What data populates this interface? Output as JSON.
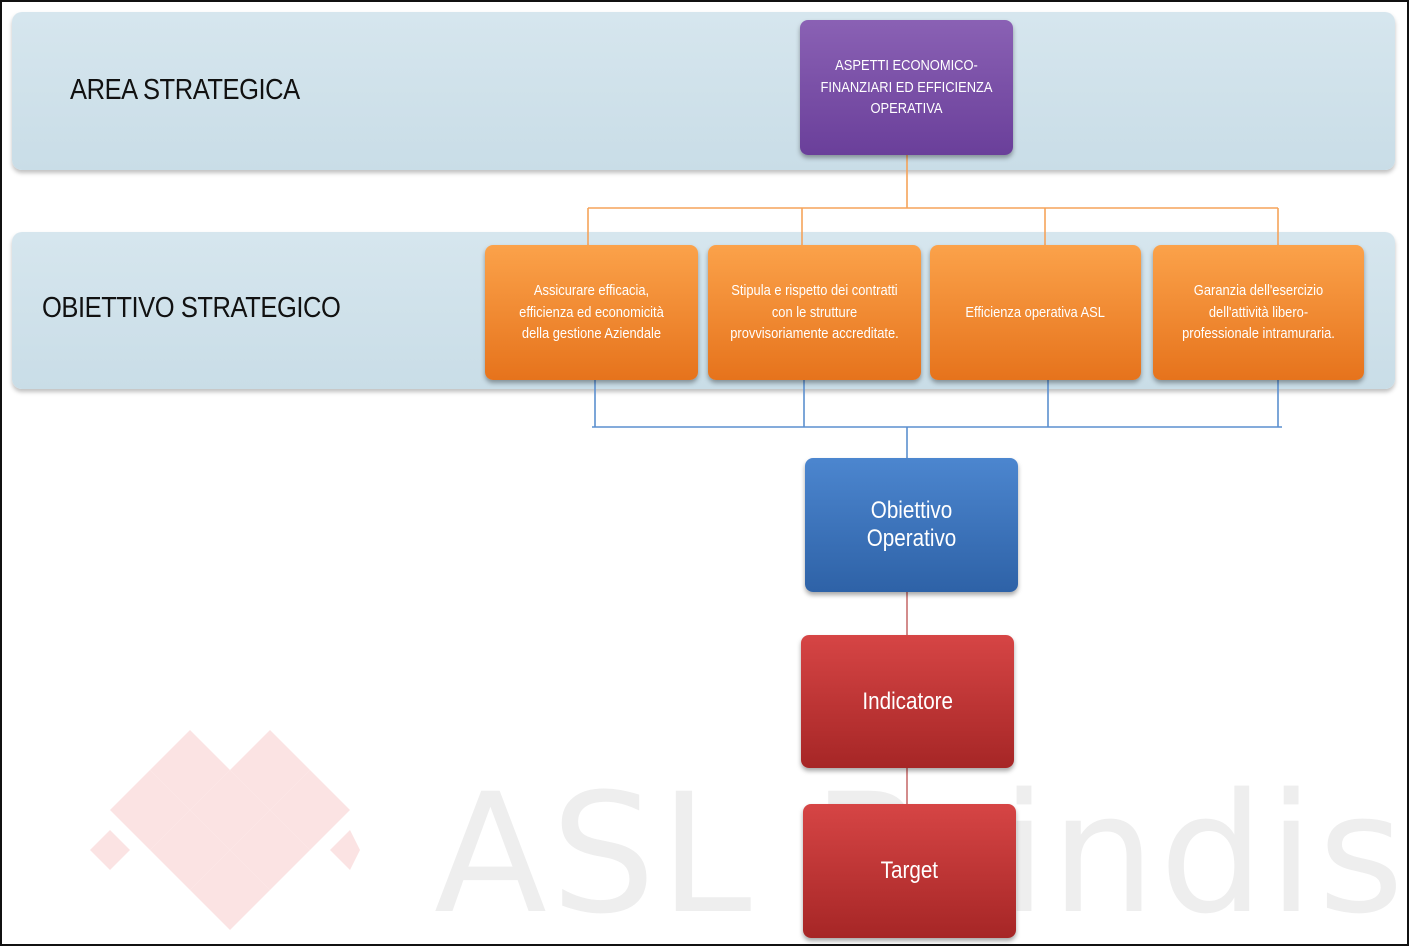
{
  "bands": {
    "area_label": "AREA STRATEGICA",
    "objective_label": "OBIETTIVO STRATEGICO"
  },
  "nodes": {
    "area": "ASPETTI ECONOMICO-FINANZIARI ED EFFICIENZA OPERATIVA",
    "objectives": [
      "Assicurare efficacia, efficienza ed economicità della gestione Aziendale",
      "Stipula e rispetto dei contratti con le strutture provvisoriamente accreditate.",
      "Efficienza operativa ASL",
      "Garanzia dell'esercizio dell'attività libero- professionale intramuraria."
    ],
    "operational": "Obiettivo Operativo",
    "indicator": "Indicatore",
    "target": "Target"
  },
  "watermark": {
    "text": "ASL Brindisi"
  },
  "colors": {
    "band": "#cfe1ea",
    "area_box": "#7a4fa8",
    "objective_box": "#f58a2e",
    "operational_box": "#3a72bb",
    "indicator_box": "#c13434",
    "orange_connector": "#f5a35a",
    "blue_connector": "#5b8fcf",
    "red_connector": "#c05a5a"
  }
}
